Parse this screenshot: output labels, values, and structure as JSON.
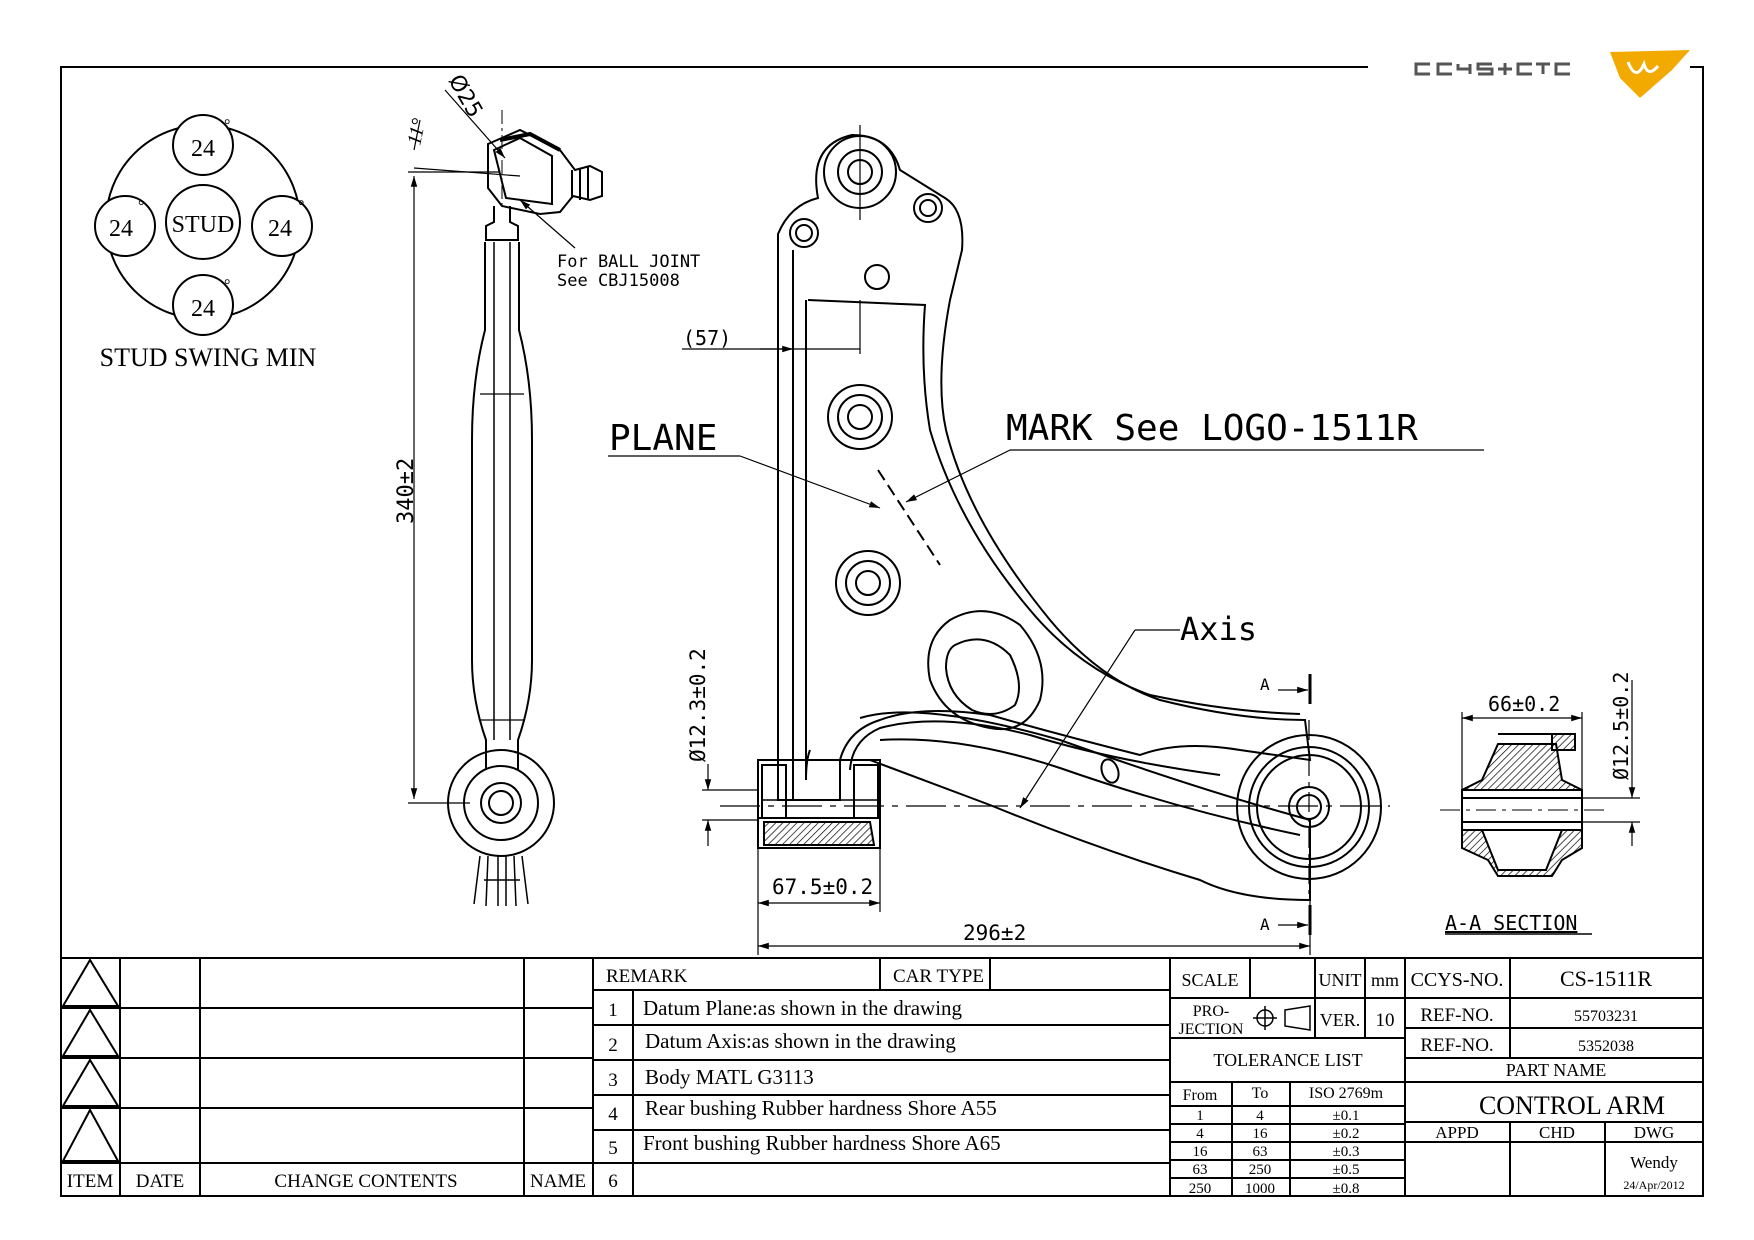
{
  "logo": {
    "text": "CCYS+CTC",
    "accent_color": "#f2a900"
  },
  "stud_swing": {
    "title": "STUD SWING MIN",
    "center_label": "STUD",
    "values": {
      "top": "24",
      "left": "24",
      "right": "24",
      "bottom": "24"
    },
    "degree_mark": "°"
  },
  "side_view": {
    "angle_label": "11°",
    "diameter_label": "Ø25",
    "length_label": "340±2",
    "ball_joint_note_line1": "For BALL JOINT",
    "ball_joint_note_line2": "See CBJ15008"
  },
  "main_view": {
    "offset_label": "(57)",
    "plane_label": "PLANE",
    "mark_label": "MARK See LOGO-1511R",
    "axis_label": "Axis",
    "front_bush_dia": "Ø12.3±0.2",
    "front_bush_width": "67.5±0.2",
    "overall_length": "296±2",
    "section_marker": "A"
  },
  "section_view": {
    "width_label": "66±0.2",
    "dia_label": "Ø12.5±0.2",
    "caption": "A-A SECTION"
  },
  "revision_table": {
    "headers": {
      "item": "ITEM",
      "date": "DATE",
      "change": "CHANGE CONTENTS",
      "name": "NAME"
    }
  },
  "remarks": {
    "header": "REMARK",
    "car_type_label": "CAR TYPE",
    "rows": [
      {
        "num": "1",
        "text": "Datum Plane:as shown in the drawing"
      },
      {
        "num": "2",
        "text": "Datum Axis:as shown in the drawing"
      },
      {
        "num": "3",
        "text": "Body MATL G3113"
      },
      {
        "num": "4",
        "text": "Rear bushing Rubber hardness Shore A55"
      },
      {
        "num": "5",
        "text": "Front bushing Rubber hardness Shore A65"
      },
      {
        "num": "6",
        "text": ""
      }
    ]
  },
  "spec_block": {
    "scale_label": "SCALE",
    "unit_label": "UNIT",
    "unit_value": "mm",
    "projection_line1": "PRO-",
    "projection_line2": "JECTION",
    "ver_label": "VER.",
    "ver_value": "10",
    "tolerance_title": "TOLERANCE LIST",
    "tolerance_headers": {
      "from": "From",
      "to": "To",
      "iso": "ISO 2769m"
    },
    "tolerance_rows": [
      {
        "from": "1",
        "to": "4",
        "tol": "±0.1"
      },
      {
        "from": "4",
        "to": "16",
        "tol": "±0.2"
      },
      {
        "from": "16",
        "to": "63",
        "tol": "±0.3"
      },
      {
        "from": "63",
        "to": "250",
        "tol": "±0.5"
      },
      {
        "from": "250",
        "to": "1000",
        "tol": "±0.8"
      }
    ]
  },
  "title_block": {
    "ccys_no_label": "CCYS-NO.",
    "ccys_no": "CS-1511R",
    "ref_no_label": "REF-NO.",
    "ref_no_1": "55703231",
    "ref_no_2": "5352038",
    "part_name_label": "PART NAME",
    "part_name": "CONTROL ARM",
    "appd_label": "APPD",
    "chd_label": "CHD",
    "dwg_label": "DWG",
    "drawn_by": "Wendy",
    "date": "24/Apr/2012"
  }
}
